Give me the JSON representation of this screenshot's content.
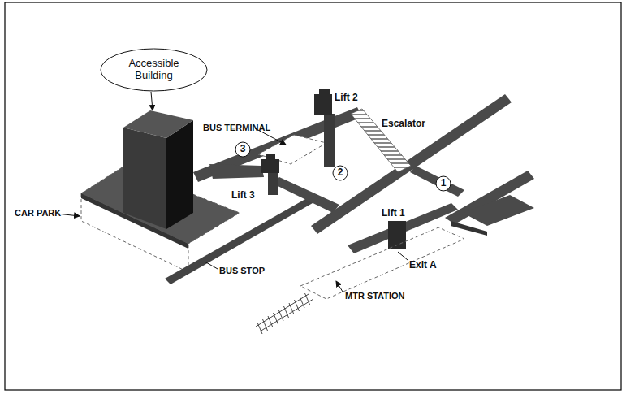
{
  "diagram": {
    "nodes": [
      {
        "text": [
          "Accessible Building"
        ]
      },
      {
        "text": [
          "3"
        ]
      },
      {
        "text": [
          "2"
        ]
      },
      {
        "text": [
          "1"
        ]
      }
    ],
    "labels": [
      "BUS TERMINAL",
      "Lift 2",
      "Escalator",
      "Lift 3",
      "Lift 1",
      "Exit A",
      "MTR STATION",
      "CAR PARK",
      "BUS STOP"
    ]
  }
}
